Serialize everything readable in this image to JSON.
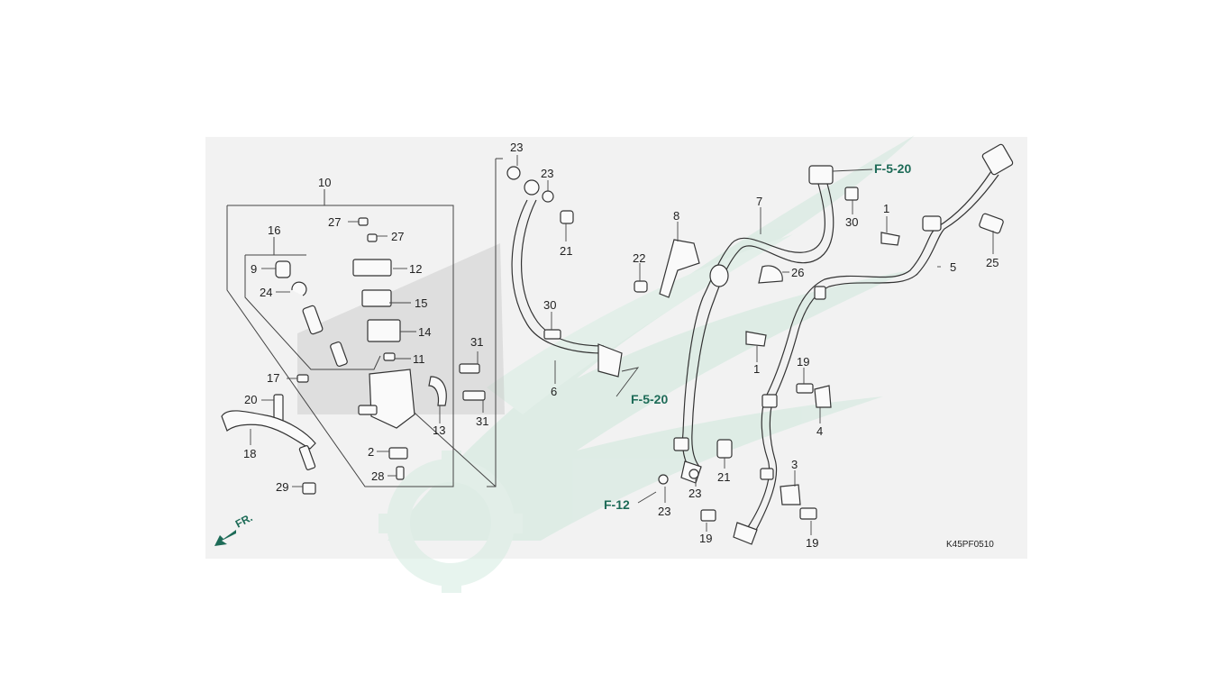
{
  "diagram": {
    "code": "K45PF0510",
    "front_label": "FR.",
    "refs": {
      "hose_upper": "F-5-20",
      "hose_6": "F-5-20",
      "hose_lower": "F-12"
    },
    "callouts": {
      "n1a": "1",
      "n1b": "1",
      "n2": "2",
      "n3": "3",
      "n4": "4",
      "n5": "5",
      "n6": "6",
      "n7": "7",
      "n8": "8",
      "n9": "9",
      "n10": "10",
      "n11": "11",
      "n12": "12",
      "n13": "13",
      "n14": "14",
      "n15": "15",
      "n16": "16",
      "n17": "17",
      "n18": "18",
      "n19a": "19",
      "n19b": "19",
      "n19c": "19",
      "n20": "20",
      "n21a": "21",
      "n21b": "21",
      "n22": "22",
      "n23a": "23",
      "n23b": "23",
      "n23c": "23",
      "n23d": "23",
      "n24": "24",
      "n25": "25",
      "n26": "26",
      "n27a": "27",
      "n27b": "27",
      "n28": "28",
      "n29": "29",
      "n30a": "30",
      "n30b": "30",
      "n31a": "31",
      "n31b": "31"
    },
    "colors": {
      "accent": "#1d6b57",
      "watermark": "#cfe8dc",
      "panel": "#f2f2f2"
    }
  }
}
